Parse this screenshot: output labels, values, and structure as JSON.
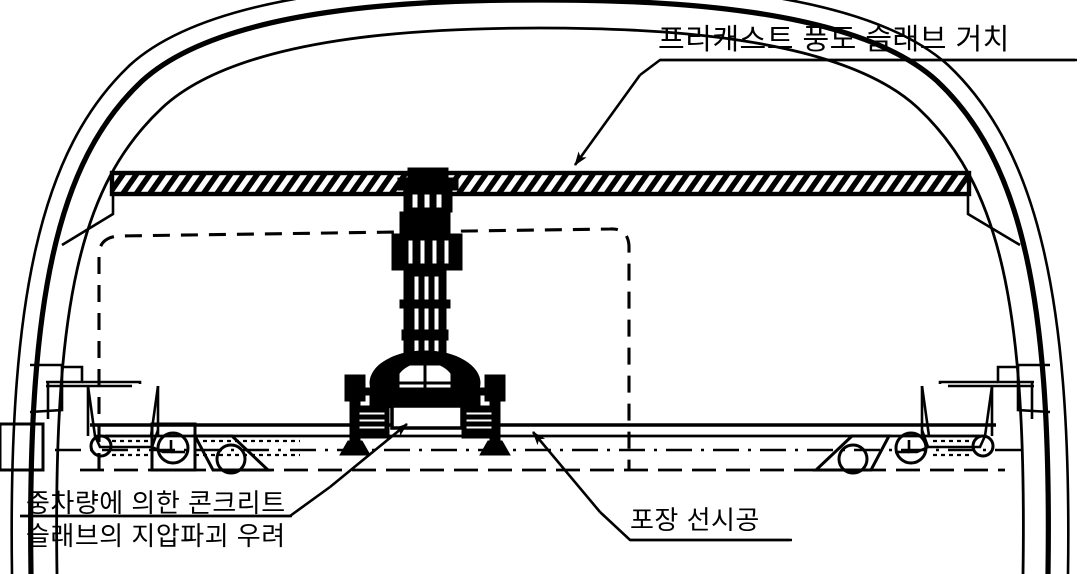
{
  "diagram": {
    "title_alt": "Tunnel cross-section with precast duct slab erection",
    "background_color": "#ffffff",
    "line_color": "#000000"
  },
  "annotations": {
    "precast": {
      "text": "프리캐스트 풍도 슬래브 거치",
      "underline": true
    },
    "overload": {
      "line1": "중차량에 의한 콘크리트",
      "line2": "슬래브의 지압파괴 우려",
      "underline": true
    },
    "paving": {
      "text": "포장 선시공",
      "underline": true
    }
  },
  "elements": {
    "tunnel_lining": "tunnel-arch-outline",
    "precast_slab": "hatched-slab",
    "clearance_envelope": "dashed-clearance-line",
    "erector_machine": "excavator-erector",
    "left_duct": "left-side-duct",
    "right_duct": "right-side-duct",
    "roadway": "roadway-pavement-slab",
    "drain_pipes": "drainage-pipe-circles"
  },
  "leaders": [
    {
      "name": "precast-leader",
      "from": "label-precast",
      "to": "precast-slab"
    },
    {
      "name": "overload-leader",
      "from": "label-overload",
      "to": "roadway-pavement-slab"
    },
    {
      "name": "paving-leader",
      "from": "label-paving",
      "to": "roadway-pavement-slab"
    }
  ]
}
